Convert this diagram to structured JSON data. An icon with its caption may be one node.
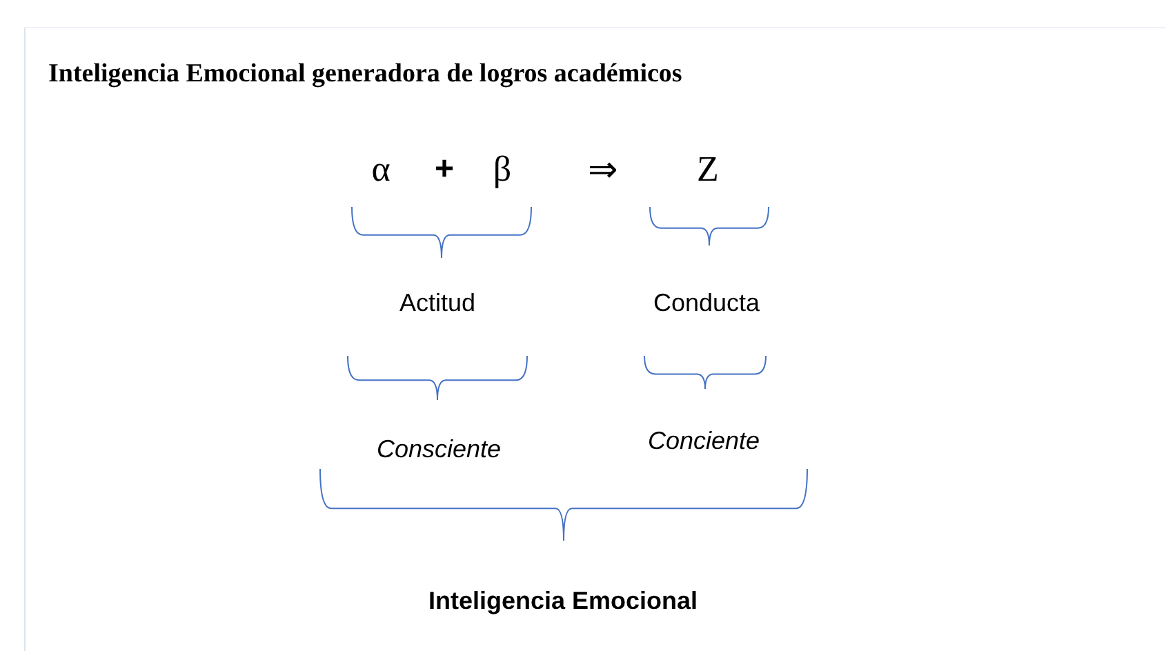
{
  "diagram": {
    "title": "Inteligencia Emocional generadora de logros académicos",
    "labels": [
      "α",
      "+",
      "β",
      "⇒",
      "Z",
      "Actitud",
      "Conducta",
      "Consciente",
      "Conciente",
      "Inteligencia Emocional"
    ]
  }
}
